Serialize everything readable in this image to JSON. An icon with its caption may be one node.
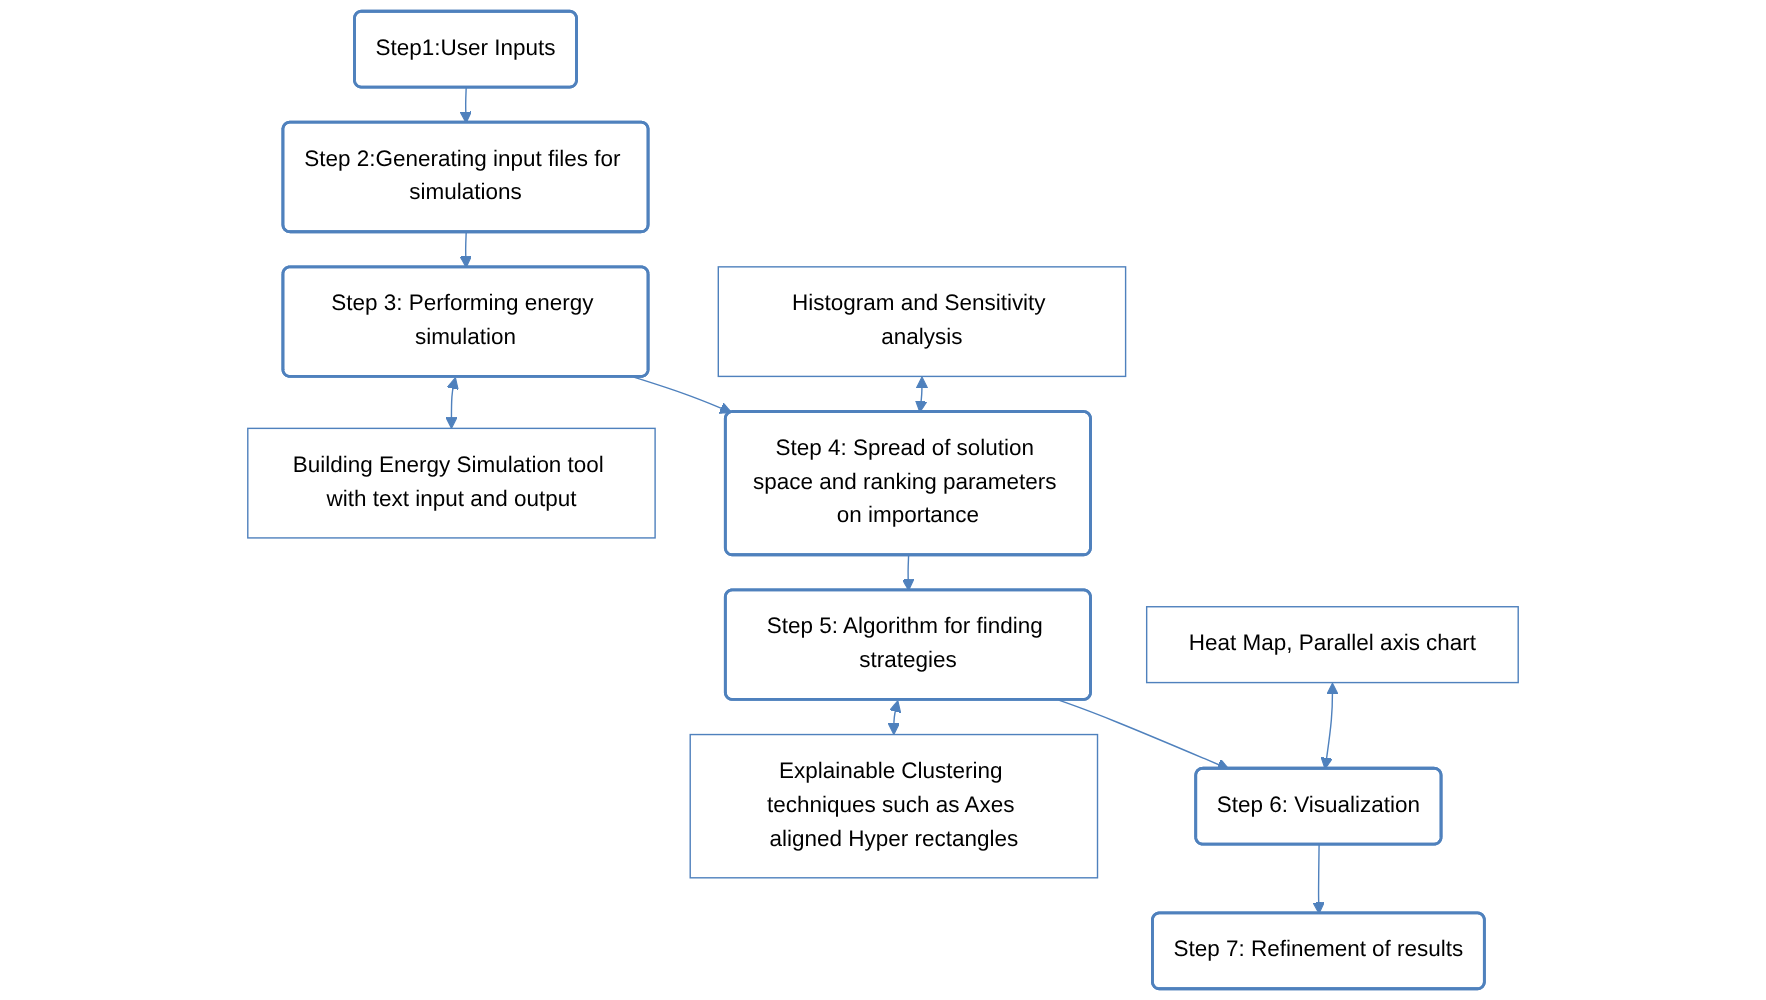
{
  "diagram": {
    "nodes": [
      {
        "text": [
          "Step1:User Inputs"
        ]
      },
      {
        "text": [
          "Step 2:Generating input files for simulations"
        ]
      },
      {
        "text": [
          "Step 3: Performing energy simulation"
        ]
      },
      {
        "text": [
          "Building Energy Simulation tool with text input and output"
        ]
      },
      {
        "text": [
          "Histogram and Sensitivity analysis"
        ]
      },
      {
        "text": [
          "Step 4: Spread of solution space and ranking parameters on importance"
        ]
      },
      {
        "text": [
          "Step 5: Algorithm for finding strategies"
        ]
      },
      {
        "text": [
          "Explainable Clustering techniques such as Axes aligned Hyper rectangles"
        ]
      },
      {
        "text": [
          "Heat Map, Parallel axis chart"
        ]
      },
      {
        "text": [
          "Step 6: Visualization"
        ]
      },
      {
        "text": [
          "Step 7: Refinement of results"
        ]
      }
    ],
    "edges": [
      {
        "from": 0,
        "to": 1,
        "arrow": "to"
      },
      {
        "from": 1,
        "to": 2,
        "arrow": "to"
      },
      {
        "from": 2,
        "to": 3,
        "arrow": "both"
      },
      {
        "from": 4,
        "to": 5,
        "arrow": "both"
      },
      {
        "from": 2,
        "to": 5,
        "arrow": "to"
      },
      {
        "from": 5,
        "to": 6,
        "arrow": "to"
      },
      {
        "from": 6,
        "to": 7,
        "arrow": "both"
      },
      {
        "from": 8,
        "to": 9,
        "arrow": "both"
      },
      {
        "from": 6,
        "to": 9,
        "arrow": "to"
      },
      {
        "from": 9,
        "to": 10,
        "arrow": "to"
      }
    ]
  }
}
